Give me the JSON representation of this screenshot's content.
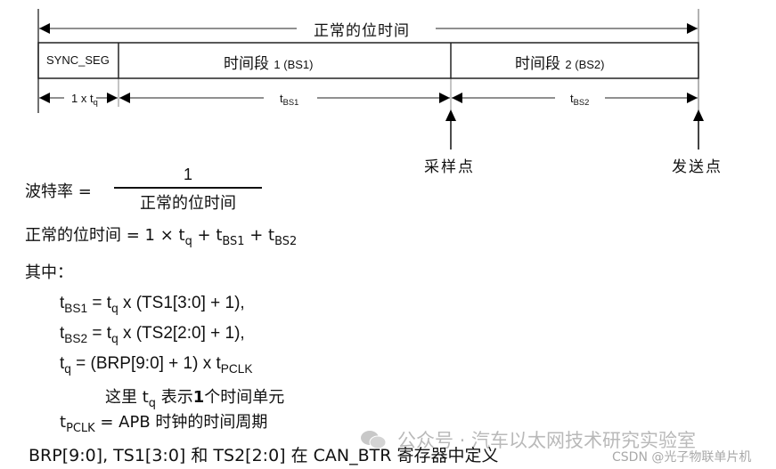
{
  "diagram": {
    "title": "正常的位时间",
    "segments": [
      {
        "label": "SYNC_SEG",
        "duration_label": "1 x t",
        "duration_sub": "q"
      },
      {
        "label": "时间段",
        "label_suffix": "1 (BS1)",
        "duration_label": "t",
        "duration_sub": "BS1"
      },
      {
        "label": "时间段",
        "label_suffix": "2 (BS2)",
        "duration_label": "t",
        "duration_sub": "BS2"
      }
    ],
    "markers": [
      {
        "label": "采样点"
      },
      {
        "label": "发送点"
      }
    ]
  },
  "formulas": {
    "baud_lhs": "波特率 =",
    "baud_num": "1",
    "baud_den": "正常的位时间",
    "bit_time_lhs": "正常的位时间 = 1 × t",
    "bit_time_q": "q",
    "bit_time_plus1": " + t",
    "bit_time_bs1": "BS1",
    "bit_time_plus2": " + t",
    "bit_time_bs2": "BS2",
    "where": "其中：",
    "tbs1_t": "t",
    "tbs1_sub": "BS1",
    "tbs1_eq": " = t",
    "tbs1_q": "q",
    "tbs1_rest": " x (TS1[3:0] + 1),",
    "tbs2_t": "t",
    "tbs2_sub": "BS2",
    "tbs2_eq": " = t",
    "tbs2_q": "q",
    "tbs2_rest": " x (TS2[2:0] + 1),",
    "tq_t": "t",
    "tq_sub": "q",
    "tq_rest": " = (BRP[9:0] + 1) x t",
    "tq_pclk": "PCLK",
    "tq_note_pre": "这里 t",
    "tq_note_sub": "q",
    "tq_note_post": " 表示",
    "tq_note_bold": "1",
    "tq_note_end": "个时间单元",
    "pclk_t": "t",
    "pclk_sub": "PCLK",
    "pclk_rest": " = APB 时钟的时间周期",
    "register_note": "BRP[9:0], TS1[3:0] 和 TS2[2:0] 在 CAN_BTR 寄存器中定义"
  },
  "watermark": {
    "wechat": "公众号 · 汽车以太网技术研究实验室",
    "csdn": "CSDN @光子物联单片机"
  }
}
